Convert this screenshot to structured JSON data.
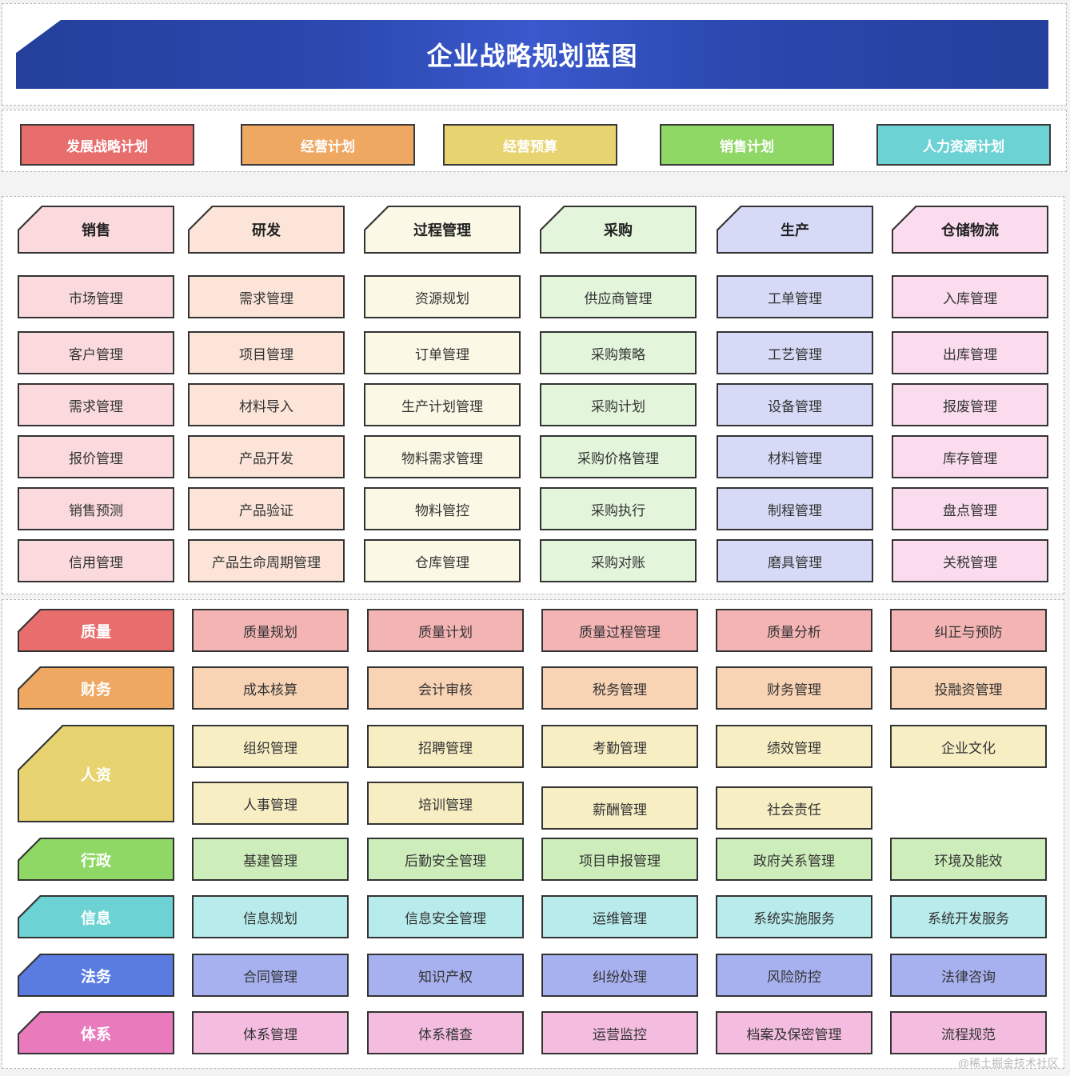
{
  "title": "企业战略规划蓝图",
  "plans": [
    {
      "label": "发展战略计划",
      "color": "#e86e6e"
    },
    {
      "label": "经营计划",
      "color": "#efa862"
    },
    {
      "label": "经营预算",
      "color": "#e7d470"
    },
    {
      "label": "销售计划",
      "color": "#8fd865"
    },
    {
      "label": "人力资源计划",
      "color": "#6dd2d4"
    }
  ],
  "departments": [
    {
      "name": "销售",
      "color": "#fadadd",
      "items": [
        "市场管理",
        "客户管理",
        "需求管理",
        "报价管理",
        "销售预测",
        "信用管理"
      ]
    },
    {
      "name": "研发",
      "color": "#fce5d8",
      "items": [
        "需求管理",
        "项目管理",
        "材料导入",
        "产品开发",
        "产品验证",
        "产品生命周期管理"
      ]
    },
    {
      "name": "过程管理",
      "color": "#fbf9e6",
      "items": [
        "资源规划",
        "订单管理",
        "生产计划管理",
        "物料需求管理",
        "物料管控",
        "仓库管理"
      ]
    },
    {
      "name": "采购",
      "color": "#e3f6dc",
      "items": [
        "供应商管理",
        "采购策略",
        "采购计划",
        "采购价格管理",
        "采购执行",
        "采购对账"
      ]
    },
    {
      "name": "生产",
      "color": "#d6daf7",
      "items": [
        "工单管理",
        "工艺管理",
        "设备管理",
        "材料管理",
        "制程管理",
        "磨具管理"
      ]
    },
    {
      "name": "仓储物流",
      "color": "#fadcee",
      "items": [
        "入库管理",
        "出库管理",
        "报废管理",
        "库存管理",
        "盘点管理",
        "关税管理"
      ]
    }
  ],
  "support": [
    {
      "name": "质量",
      "color": "#e86e6e",
      "item_color": "#f4b4b4",
      "items": [
        "质量规划",
        "质量计划",
        "质量过程管理",
        "质量分析",
        "纠正与预防"
      ]
    },
    {
      "name": "财务",
      "color": "#efa862",
      "item_color": "#f8d3b4",
      "items": [
        "成本核算",
        "会计审核",
        "税务管理",
        "财务管理",
        "投融资管理"
      ]
    },
    {
      "name": "人资",
      "color": "#e7d470",
      "item_color": "#f7eec4",
      "items": [
        "组织管理",
        "招聘管理",
        "考勤管理",
        "绩效管理",
        "企业文化",
        "人事管理",
        "培训管理",
        "薪酬管理",
        "社会责任"
      ]
    },
    {
      "name": "行政",
      "color": "#8fd865",
      "item_color": "#cdeeba",
      "items": [
        "基建管理",
        "后勤安全管理",
        "项目申报管理",
        "政府关系管理",
        "环境及能效"
      ]
    },
    {
      "name": "信息",
      "color": "#6dd2d4",
      "item_color": "#b8ebeb",
      "items": [
        "信息规划",
        "信息安全管理",
        "运维管理",
        "系统实施服务",
        "系统开发服务"
      ]
    },
    {
      "name": "法务",
      "color": "#5a7ce0",
      "item_color": "#a7b1ef",
      "items": [
        "合同管理",
        "知识产权",
        "纠纷处理",
        "风险防控",
        "法律咨询"
      ]
    },
    {
      "name": "体系",
      "color": "#e97bbd",
      "item_color": "#f4bde0",
      "items": [
        "体系管理",
        "体系稽查",
        "运营监控",
        "档案及保密管理",
        "流程规范"
      ]
    }
  ],
  "watermark": "@稀土掘金技术社区"
}
